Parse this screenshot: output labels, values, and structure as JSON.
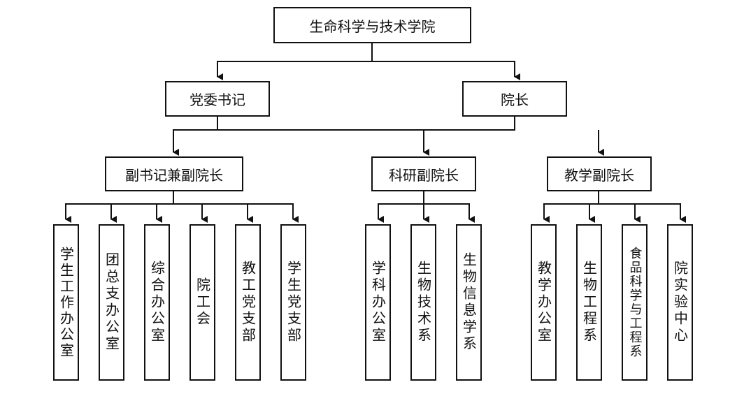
{
  "org_chart": {
    "root": "生命科学与技术学院",
    "level1": [
      "党委书记",
      "院长"
    ],
    "level2": [
      "副书记兼副院长",
      "科研副院长",
      "教学副院长"
    ],
    "units": [
      [
        "学生工作办公室",
        "团总支办公室",
        "综合办公室",
        "院工会",
        "教工党支部",
        "学生党支部"
      ],
      [
        "学科办公室",
        "生物技术系",
        "生物信息学系"
      ],
      [
        "教学办公室",
        "生物工程系",
        "食品科学与工程系",
        "院实验中心"
      ]
    ],
    "colors": {
      "line": "#111111",
      "box_fill": "#ffffff"
    }
  }
}
